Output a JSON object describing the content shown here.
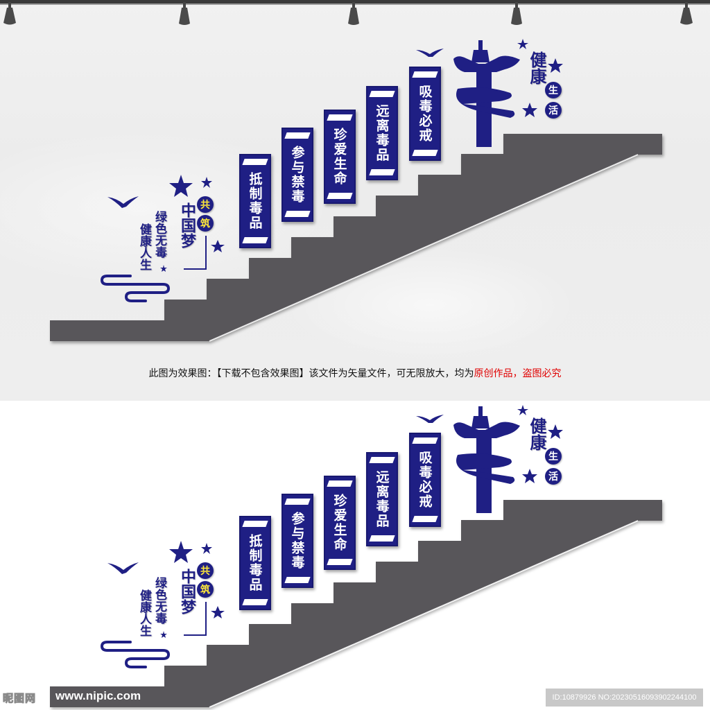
{
  "colors": {
    "navy": "#1f1f84",
    "stair_gray": "#58565a",
    "yellow_text": "#ffe83a",
    "caption_red": "#e00000",
    "top_background": "#eeeeee",
    "bottom_background": "#ffffff"
  },
  "preview_top": {
    "lamps_count": 5,
    "left_group": {
      "badge_chars": [
        "共",
        "筑"
      ],
      "main_vertical": "中国梦",
      "line1": "绿色无毒",
      "line2": "健康人生",
      "icons": [
        "star-icon",
        "star-icon",
        "star-icon",
        "star-icon",
        "bird-icon",
        "cloud-swirl-icon"
      ]
    },
    "plaques": [
      {
        "text": "抵制毒品"
      },
      {
        "text": "参与禁毒"
      },
      {
        "text": "珍爱生命"
      },
      {
        "text": "远离毒品"
      },
      {
        "text": "吸毒必戒"
      }
    ],
    "right_group": {
      "title": "健康",
      "badge_chars": [
        "生",
        "活"
      ],
      "icons": [
        "huabiao-tower-icon",
        "bird-icon",
        "star-icon",
        "star-icon",
        "star-icon"
      ]
    }
  },
  "caption": {
    "main": "此图为效果图：【下载不包含效果图】该文件为矢量文件，可无限放大，均为",
    "highlight": "原创作品，盗图必究"
  },
  "preview_bottom": {
    "left_group": {
      "badge_chars": [
        "共",
        "筑"
      ],
      "main_vertical": "中国梦",
      "line1": "绿色无毒",
      "line2": "健康人生"
    },
    "plaques": [
      {
        "text": "抵制毒品"
      },
      {
        "text": "参与禁毒"
      },
      {
        "text": "珍爱生命"
      },
      {
        "text": "远离毒品"
      },
      {
        "text": "吸毒必戒"
      }
    ],
    "right_group": {
      "title": "健康",
      "badge_chars": [
        "生",
        "活"
      ]
    }
  },
  "watermark": {
    "logo": "昵图网",
    "url": "www.nipic.com",
    "id_text": "ID:10879926 NO:20230516093902244100"
  }
}
